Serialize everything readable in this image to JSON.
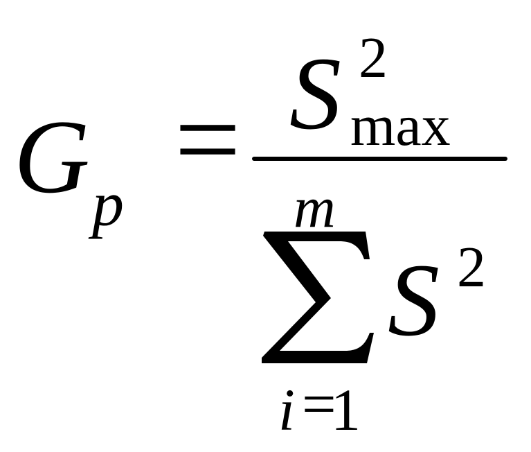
{
  "formula": {
    "lhs": {
      "symbol": "G",
      "subscript": "p"
    },
    "relation": "=",
    "numerator": {
      "symbol": "S",
      "superscript": "2",
      "subscript": "max"
    },
    "denominator": {
      "operator": "∑",
      "upper_limit": "m",
      "lower_limit": {
        "index": "i",
        "relation": "=",
        "start": "1"
      },
      "symbol": "S",
      "superscript": "2"
    },
    "color": "#000000",
    "background": "#ffffff"
  }
}
